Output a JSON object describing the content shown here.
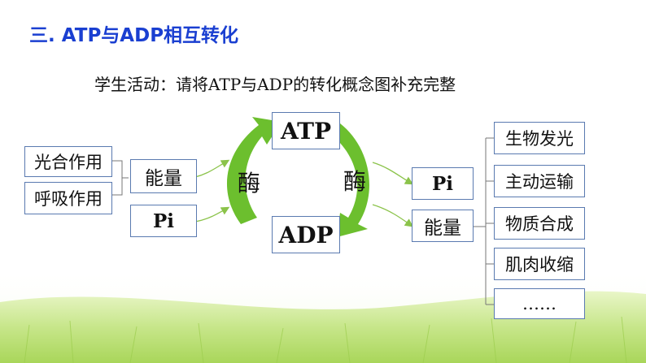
{
  "slide": {
    "title": "三. ATP与ADP相互转化",
    "subtitle": "学生活动：请将ATP与ADP的转化概念图补充完整"
  },
  "left_processes": [
    "光合作用",
    "呼吸作用"
  ],
  "left_inputs": {
    "energy": "能量",
    "pi": "Pi"
  },
  "cycle": {
    "top": "ATP",
    "bottom": "ADP",
    "enzyme_left": "酶",
    "enzyme_right": "酶"
  },
  "right_outputs": {
    "pi": "Pi",
    "energy": "能量"
  },
  "energy_uses": [
    "生物发光",
    "主动运输",
    "物质合成",
    "肌肉收缩",
    "……"
  ],
  "colors": {
    "title": "#1a3fd1",
    "cycle_arrow": "#6cbf2e",
    "thin_arrow": "#8bc34a",
    "box_border": "#5a7ab0",
    "footer_green": "#bfe07a"
  }
}
